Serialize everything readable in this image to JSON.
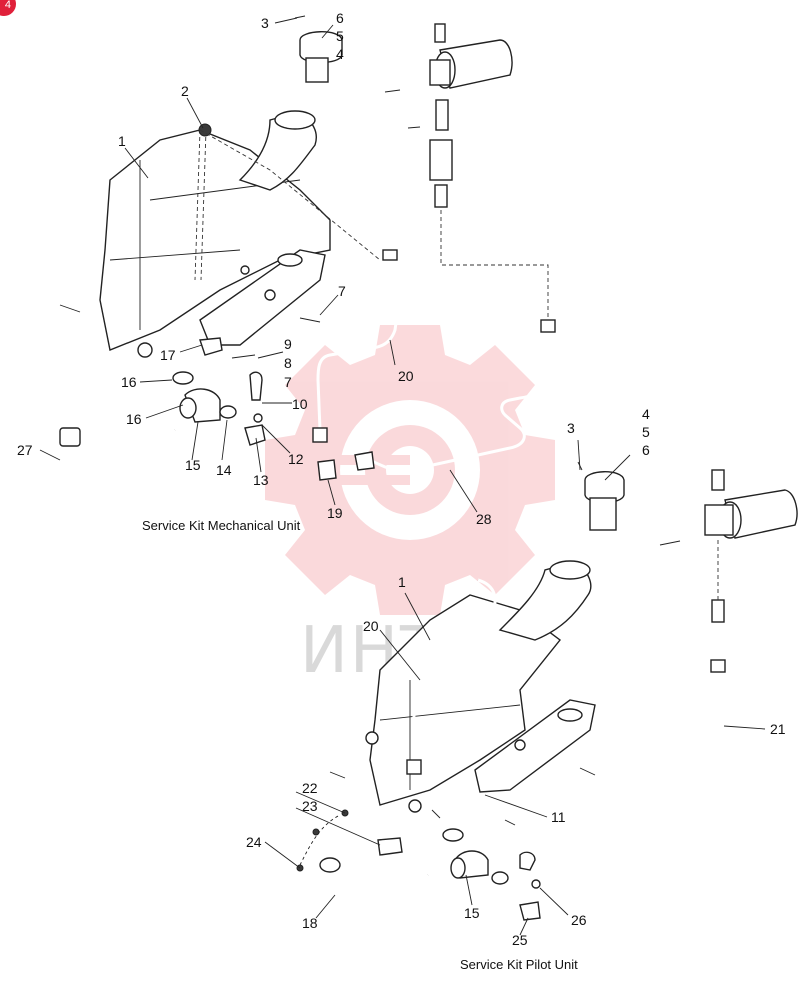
{
  "badge": {
    "label": "4"
  },
  "captions": {
    "mechanical": "Service Kit Mechanical Unit",
    "pilot": "Service Kit Pilot Unit"
  },
  "watermark": {
    "text": "ИНТЕХ",
    "color": "#e8323c"
  },
  "callouts": {
    "c3a": "3",
    "c6a": "6",
    "c5a": "5",
    "c4a": "4",
    "c2": "2",
    "c1a": "1",
    "c7a": "7",
    "c9": "9",
    "c8": "8",
    "c7b": "7",
    "c10": "10",
    "c20a": "20",
    "c17": "17",
    "c16a": "16",
    "c16b": "16",
    "c15a": "15",
    "c14": "14",
    "c13": "13",
    "c12": "12",
    "c19": "19",
    "c28": "28",
    "c27": "27",
    "c4b": "4",
    "c5b": "5",
    "c6b": "6",
    "c3b": "3",
    "c1b": "1",
    "c20b": "20",
    "c21": "21",
    "c11": "11",
    "c22": "22",
    "c23": "23",
    "c24": "24",
    "c18": "18",
    "c15b": "15",
    "c25": "25",
    "c26": "26"
  }
}
